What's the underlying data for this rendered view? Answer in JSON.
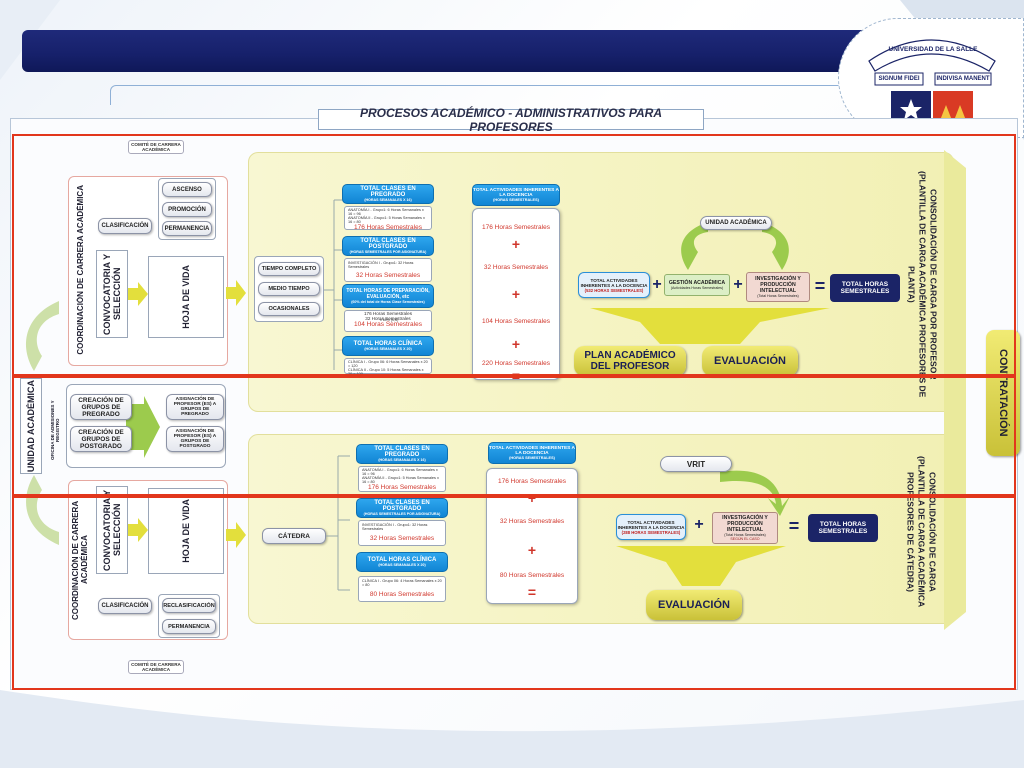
{
  "title": "PROCESOS ACADÉMICO - ADMINISTRATIVOS PARA PROFESORES",
  "logo": {
    "line1": "UNIVERSIDAD DE LA SALLE",
    "line2a": "SIGNUM FIDEI",
    "line2b": "INDIVISA MANENT"
  },
  "left": {
    "unidad": "UNIDAD ACADÉMICA",
    "oficina": "OFICINA DE ADMISIONES Y REGISTRO",
    "grupos_pregrado": "CREACIÓN DE GRUPOS DE PREGRADO",
    "grupos_postgrado": "CREACIÓN DE GRUPOS DE POSTGRADO",
    "asig_pregrado": "ASIGNACIÓN DE PROFESOR (ES) A GRUPOS DE PREGRADO",
    "asig_postgrado": "ASIGNACIÓN DE PROFESOR (ES) A GRUPOS DE POSTGRADO"
  },
  "top": {
    "comite": "COMITÉ DE CARRERA ACADÉMICA",
    "coordinacion": "COORDINACIÓN DE CARRERA ACADÉMICA",
    "convocatoria": "CONVOCATORIA Y SELECCIÓN",
    "hoja": "HOJA DE VIDA",
    "clasificacion": "CLASIFICACIÓN",
    "ascenso": "ASCENSO",
    "promocion": "PROMOCIÓN",
    "permanencia": "PERMANENCIA",
    "tiempo_completo": "TIEMPO COMPLETO",
    "medio_tiempo": "MEDIO TIEMPO",
    "ocasionales": "OCASIONALES",
    "pregrado_title": "TOTAL CLASES EN PREGRADO",
    "pregrado_sub": "(HORAS SEMANALES X 16)",
    "pregrado_detail1": "ANATOMÍA I - Grupo1: 6 Horas Semanales x 16 = 96",
    "pregrado_detail2": "ANATOMÍA II - Grupo1: 5 Horas Semanales x 16 = 80",
    "pregrado_total": "176 Horas Semestrales",
    "postgrado_title": "TOTAL CLASES EN POSTGRADO",
    "postgrado_sub": "(HORAS SEMESTRALES POR ASIGNATURA)",
    "postgrado_detail": "INVESTIGACIÓN I - Grupo1: 32 Horas Semestrales",
    "postgrado_total": "32 Horas Semestrales",
    "prep_title": "TOTAL HORAS DE PREPARACIÓN, EVALUACIÓN, etc",
    "prep_sub": "(60% del total de Horas Clase Semestrales)",
    "prep_detail1": "176 Horas Semestrales",
    "prep_detail2": "32 Horas Semestrales",
    "prep_detail3": "x 60% (0,6)",
    "prep_total": "104 Horas Semestrales",
    "clinica_title": "TOTAL HORAS CLÍNICA",
    "clinica_sub": "(HORAS SEMANALES X 20)",
    "clinica_detail1": "CLÍNICA I - Grupo 06: 6 Horas Semanales x 20 = 120",
    "clinica_detail2": "CLÍNICA II - Grupo 10: 5 Horas Semanales x 20 = 100",
    "act_title": "TOTAL ACTIVIDADES INHERENTES A LA DOCENCIA",
    "act_sub": "(HORAS SEMESTRALES)",
    "v1": "176 Horas Semestrales",
    "v2": "32 Horas Semestrales",
    "v3": "104 Horas Semestrales",
    "v4": "220 Horas Semestrales",
    "plus": "+",
    "equals": "=",
    "unidad_academica": "UNIDAD ACADÉMICA",
    "f_act_title": "TOTAL ACTIVIDADES INHERENTES A LA DOCENCIA",
    "f_act_sub": "(532 HORAS SEMESTRALES)",
    "gestion": "GESTIÓN ACADÉMICA",
    "gestion_sub": "(Actividades Horas Semestrales)",
    "investigacion": "INVESTIGACIÓN Y PRODUCCIÓN INTELECTUAL",
    "investigacion_sub": "(Total Horas Semestrales)",
    "total_horas": "TOTAL HORAS SEMESTRALES",
    "plan": "PLAN ACADÉMICO DEL PROFESOR",
    "evaluacion": "EVALUACIÓN",
    "consolidacion": "CONSOLIDACIÓN DE CARGA POR PROFESOR (PLANTILLA DE CARGA ACADÉMICA PROFESORES DE PLANTA)"
  },
  "bottom": {
    "comite": "COMITÉ DE CARRERA ACADÉMICA",
    "coordinacion": "COORDINACIÓN DE CARRERA ACADÉMICA",
    "convocatoria": "CONVOCATORIA Y SELECCIÓN",
    "hoja": "HOJA DE VIDA",
    "clasificacion": "CLASIFICACIÓN",
    "reclasificacion": "RECLASIFICACIÓN",
    "permanencia": "PERMANENCIA",
    "catedra": "CÁTEDRA",
    "pregrado_title": "TOTAL CLASES EN PREGRADO",
    "pregrado_sub": "(HORAS SEMANALES X 16)",
    "pregrado_detail1": "ANATOMÍA I - Grupo1: 6 Horas Semanales x 16 = 96",
    "pregrado_detail2": "ANATOMÍA II - Grupo1: 5 Horas Semanales x 16 = 80",
    "pregrado_total": "176 Horas Semestrales",
    "postgrado_title": "TOTAL CLASES EN POSTGRADO",
    "postgrado_sub": "(HORAS SEMESTRALES POR ASIGNATURA)",
    "postgrado_detail": "INVESTIGACIÓN I - Grupo1: 32 Horas Semestrales",
    "postgrado_total": "32 Horas Semestrales",
    "clinica_title": "TOTAL HORAS CLÍNICA",
    "clinica_sub": "(HORAS SEMANALES X 20)",
    "clinica_detail": "CLÍNICA I - Grupo 06: 4 Horas Semanales x 20 = 80",
    "clinica_total": "80 Horas Semestrales",
    "act_title": "TOTAL ACTIVIDADES INHERENTES A LA DOCENCIA",
    "act_sub": "(HORAS SEMESTRALES)",
    "v1": "176 Horas Semestrales",
    "v2": "32 Horas Semestrales",
    "v3": "80 Horas Semestrales",
    "plus": "+",
    "equals": "=",
    "vrit": "VRIT",
    "f_act_title": "TOTAL ACTIVIDADES INHERENTES A LA DOCENCIA",
    "f_act_sub": "(288 HORAS SEMESTRALES)",
    "investigacion": "INVESTIGACIÓN Y PRODUCCIÓN INTELECTUAL",
    "investigacion_sub": "(Total Horas Semestrales)",
    "investigacion_sub2": "SEGÚN EL CASO",
    "total_horas": "TOTAL HORAS SEMESTRALES",
    "evaluacion": "EVALUACIÓN",
    "consolidacion": "CONSOLIDACIÓN DE CARGA (PLANTILLA DE CARGA ACADÉMICA PROFESORES DE CÁTEDRA)"
  },
  "contratacion": "CONTRATACIÓN",
  "colors": {
    "navy": "#1b2467",
    "blue": "#1185d4",
    "red": "#e2361c",
    "olive": "#c9c138"
  }
}
